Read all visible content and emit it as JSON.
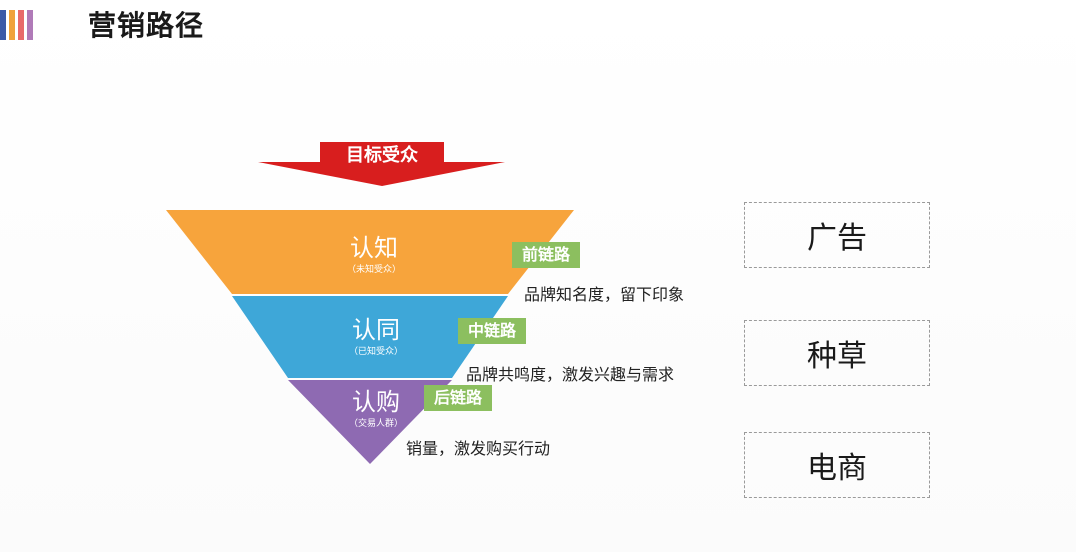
{
  "title": "营销路径",
  "arrow_label": "目标受众",
  "colors": {
    "header_bars": [
      "#3b5aa8",
      "#f0a23a",
      "#e86a6a",
      "#b07ab8"
    ],
    "awareness": "#f7a43c",
    "identification": "#3ea7d8",
    "purchase": "#8e6ab2",
    "tag": "#8cbf5f",
    "arrow": "#d81e1e"
  },
  "funnel": [
    {
      "label": "认知",
      "sublabel": "（未知受众）",
      "tag": "前链路",
      "description": "品牌知名度，留下印象"
    },
    {
      "label": "认同",
      "sublabel": "（已知受众）",
      "tag": "中链路",
      "description": "品牌共鸣度，激发兴趣与需求"
    },
    {
      "label": "认购",
      "sublabel": "（交易人群）",
      "tag": "后链路",
      "description": "销量，激发购买行动"
    }
  ],
  "channels": [
    "广告",
    "种草",
    "电商"
  ]
}
